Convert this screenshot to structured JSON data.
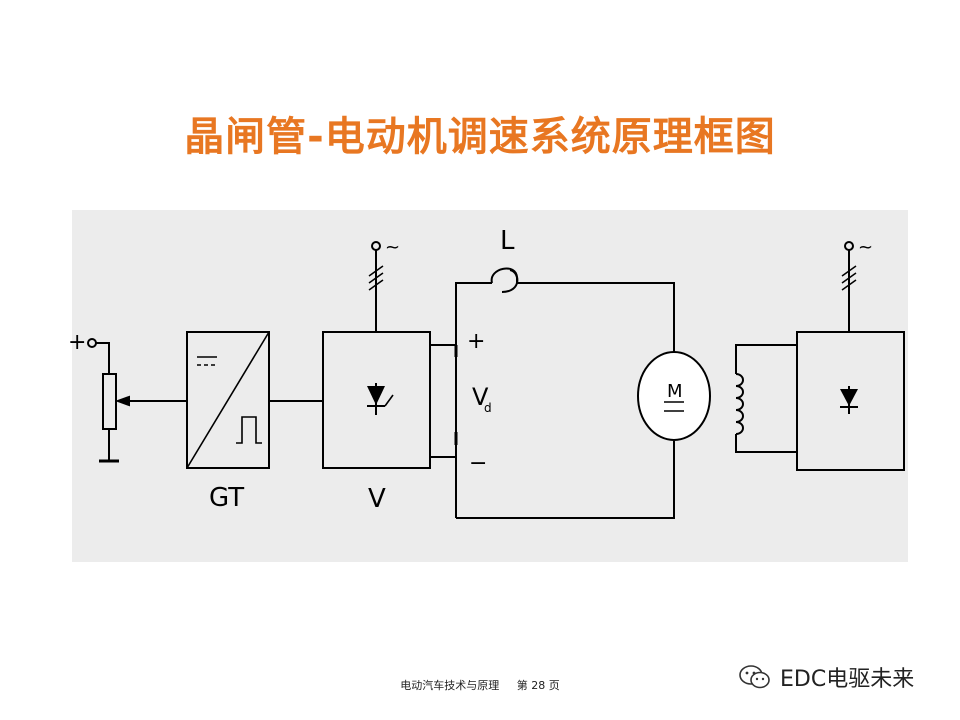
{
  "slide": {
    "title": "晶闸管-电动机调速系统原理框图"
  },
  "diagram": {
    "left_supply": {
      "plus": "+"
    },
    "gt_block": {
      "label": "GT",
      "dash_text": "---"
    },
    "v_block": {
      "label": "V"
    },
    "ac_supply_1": {
      "symbol": "~"
    },
    "ac_supply_2": {
      "symbol": "~"
    },
    "inductor": {
      "label": "L"
    },
    "dc_output": {
      "plus": "+",
      "minus": "−",
      "voltage_main": "V",
      "voltage_sub": "d"
    },
    "motor": {
      "label": "M",
      "dash_text": "--"
    }
  },
  "footer": {
    "text": "电动汽车技术与原理",
    "page": "第 28 页"
  },
  "watermark": {
    "text": "EDC电驱未来"
  }
}
